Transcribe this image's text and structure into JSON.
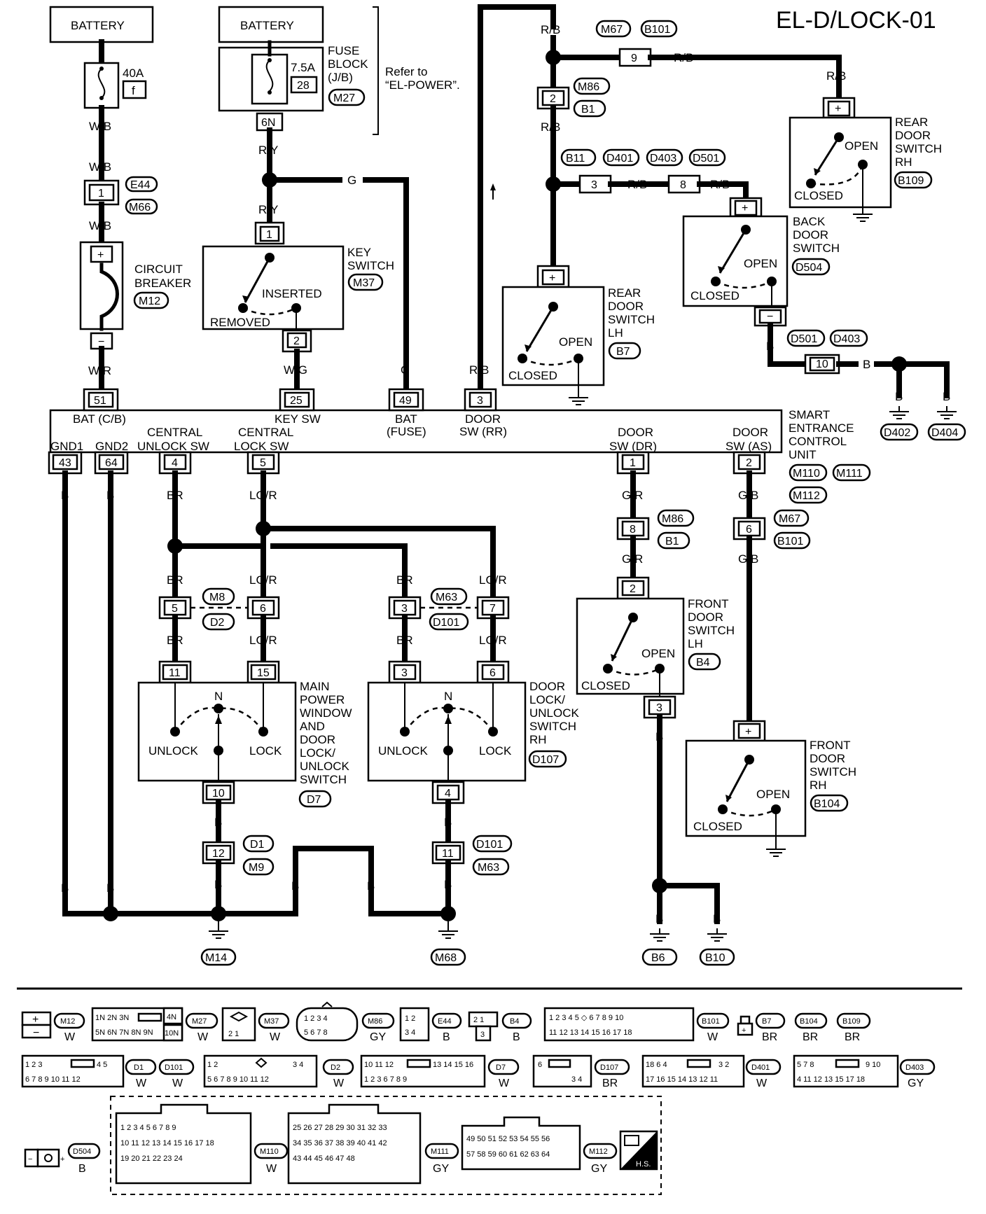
{
  "page_code": "EL-D/LOCK-01",
  "battery_label": "BATTERY",
  "fuse_block": {
    "label_lines": [
      "FUSE",
      "BLOCK",
      "(J/B)"
    ],
    "connector": "M27",
    "fuse_rating": "7.5A",
    "fuse_no": "28",
    "terminal": "6N"
  },
  "fusible_link": {
    "rating": "40A",
    "id": "f"
  },
  "refer_lines": [
    "Refer to",
    "“EL-POWER”."
  ],
  "circuit_breaker": {
    "lines": [
      "CIRCUIT",
      "BREAKER"
    ],
    "connector": "M12"
  },
  "key_switch": {
    "lines": [
      "KEY",
      "SWITCH"
    ],
    "connector": "M37",
    "inserted": "INSERTED",
    "removed": "REMOVED",
    "pin_in": "1",
    "pin_out": "2"
  },
  "ecu": {
    "lines": [
      "SMART",
      "ENTRANCE",
      "CONTROL",
      "UNIT"
    ],
    "connectors": [
      "M110",
      "M111",
      "M112"
    ],
    "top_pins": [
      {
        "pin": "51",
        "label": "BAT (C/B)"
      },
      {
        "pin": "25",
        "label": "KEY SW"
      },
      {
        "pin": "49",
        "label": "BAT (FUSE)"
      },
      {
        "pin": "3",
        "label": "DOOR SW (RR)"
      }
    ],
    "bottom_pins": [
      {
        "pin": "43",
        "label": "GND1"
      },
      {
        "pin": "64",
        "label": "GND2"
      },
      {
        "pin": "4",
        "label": "CENTRAL UNLOCK SW"
      },
      {
        "pin": "5",
        "label": "CENTRAL LOCK SW"
      },
      {
        "pin": "1",
        "label": "DOOR SW (DR)"
      },
      {
        "pin": "2",
        "label": "DOOR SW (AS)"
      }
    ]
  },
  "wire_colors": {
    "wb": "W/B",
    "wr": "W/R",
    "ry": "R/Y",
    "wg": "W/G",
    "g": "G",
    "rb": "R/B",
    "b": "B",
    "br": "BR",
    "lgr": "LG/R",
    "gr": "G/R",
    "gb": "G/B"
  },
  "connectors": {
    "e44": {
      "pin": "1",
      "ids": [
        "E44",
        "M66"
      ]
    },
    "m86_b1_top": {
      "pin": "2",
      "ids": [
        "M86",
        "B1"
      ]
    },
    "m67_b101_top": {
      "pin": "9",
      "ids": [
        "M67",
        "B101"
      ]
    },
    "b11_d401": {
      "pin": "3",
      "ids": [
        "B11",
        "D401"
      ]
    },
    "d403_d501": {
      "pin": "8",
      "ids": [
        "D403",
        "D501"
      ]
    },
    "d501_d403_bot": {
      "pin": "10",
      "ids": [
        "D501",
        "D403"
      ]
    },
    "m86_b1_bot": {
      "pin": "8",
      "ids": [
        "M86",
        "B1"
      ]
    },
    "m67_b101_bot": {
      "pin": "6",
      "ids": [
        "M67",
        "B101"
      ]
    },
    "m8_d2": {
      "pins": [
        "5",
        "6"
      ],
      "ids": [
        "M8",
        "D2"
      ]
    },
    "m63_d101": {
      "pins": [
        "3",
        "7"
      ],
      "ids": [
        "M63",
        "D101"
      ]
    },
    "d1_m9": {
      "pin": "12",
      "ids": [
        "D1",
        "M9"
      ]
    },
    "d101_m63": {
      "pin": "11",
      "ids": [
        "D101",
        "M63"
      ]
    }
  },
  "switches": {
    "rear_lh": {
      "lines": [
        "REAR",
        "DOOR",
        "SWITCH",
        "LH"
      ],
      "connector": "B7",
      "open": "OPEN",
      "closed": "CLOSED",
      "pin": "+"
    },
    "rear_rh": {
      "lines": [
        "REAR",
        "DOOR",
        "SWITCH",
        "RH"
      ],
      "connector": "B109",
      "open": "OPEN",
      "closed": "CLOSED",
      "pin": "+"
    },
    "back": {
      "lines": [
        "BACK",
        "DOOR",
        "SWITCH"
      ],
      "connector": "D504",
      "open": "OPEN",
      "closed": "CLOSED",
      "pin_top": "+",
      "pin_bot": "−"
    },
    "front_lh": {
      "lines": [
        "FRONT",
        "DOOR",
        "SWITCH",
        "LH"
      ],
      "connector": "B4",
      "open": "OPEN",
      "closed": "CLOSED",
      "pin_in": "2",
      "pin_out": "3"
    },
    "front_rh": {
      "lines": [
        "FRONT",
        "DOOR",
        "SWITCH",
        "RH"
      ],
      "connector": "B104",
      "open": "OPEN",
      "closed": "CLOSED",
      "pin": "+"
    }
  },
  "main_pw_switch": {
    "lines": [
      "MAIN",
      "POWER",
      "WINDOW",
      "AND",
      "DOOR",
      "LOCK/",
      "UNLOCK",
      "SWITCH"
    ],
    "connector": "D7",
    "n": "N",
    "unlock": "UNLOCK",
    "lock": "LOCK",
    "pins": [
      "11",
      "15",
      "10"
    ]
  },
  "door_lock_switch_rh": {
    "lines": [
      "DOOR",
      "LOCK/",
      "UNLOCK",
      "SWITCH",
      "RH"
    ],
    "connector": "D107",
    "n": "N",
    "unlock": "UNLOCK",
    "lock": "LOCK",
    "pins": [
      "3",
      "6",
      "4"
    ]
  },
  "grounds": [
    "M14",
    "M68",
    "B6",
    "B10",
    "D402",
    "D404"
  ],
  "legend": {
    "row1": [
      {
        "id": "M12",
        "color": "W"
      },
      {
        "id": "M27",
        "color": "W"
      },
      {
        "id": "M37",
        "color": "W"
      },
      {
        "id": "M86",
        "color": "GY"
      },
      {
        "id": "E44",
        "color": "B"
      },
      {
        "id": "B4",
        "color": "B"
      },
      {
        "id": "B101",
        "color": "W"
      },
      {
        "id": "B7",
        "color": "BR"
      },
      {
        "id": "B104",
        "color": "BR"
      },
      {
        "id": "B109",
        "color": "BR"
      }
    ],
    "row2": [
      {
        "id": "D1",
        "color": "W"
      },
      {
        "id": "D101",
        "color": "W"
      },
      {
        "id": "D2",
        "color": "W"
      },
      {
        "id": "D7",
        "color": "W"
      },
      {
        "id": "D107",
        "color": "BR"
      },
      {
        "id": "D401",
        "color": "W"
      },
      {
        "id": "D403",
        "color": "GY"
      }
    ],
    "row3": [
      {
        "id": "D504",
        "color": "B"
      },
      {
        "id": "M110",
        "color": "W"
      },
      {
        "id": "M111",
        "color": "GY"
      },
      {
        "id": "M112",
        "color": "GY"
      }
    ],
    "hs_label": "H.S."
  }
}
